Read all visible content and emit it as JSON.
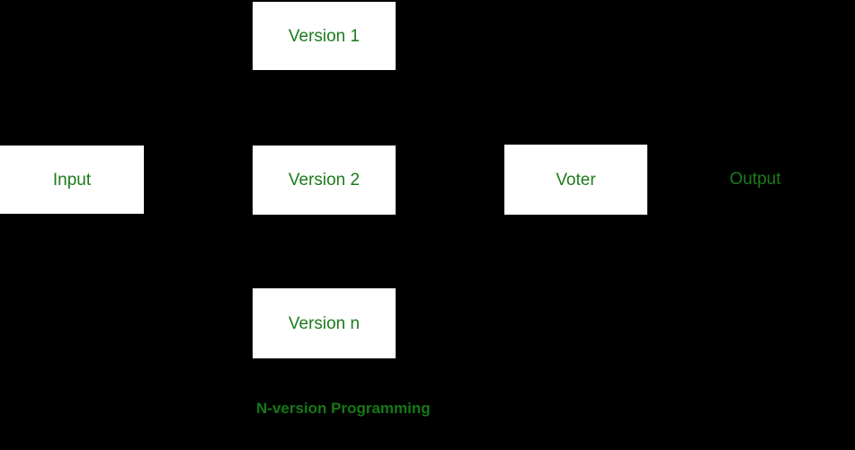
{
  "diagram": {
    "caption": "N-version Programming",
    "background_color": "#000000",
    "node_fill_color": "#ffffff",
    "text_color": "#1b7b1b",
    "nodes": [
      {
        "id": "input",
        "label": "Input"
      },
      {
        "id": "version-1",
        "label": "Version 1"
      },
      {
        "id": "version-2",
        "label": "Version 2"
      },
      {
        "id": "version-n",
        "label": "Version n"
      },
      {
        "id": "voter",
        "label": "Voter"
      },
      {
        "id": "output",
        "label": "Output"
      }
    ]
  }
}
